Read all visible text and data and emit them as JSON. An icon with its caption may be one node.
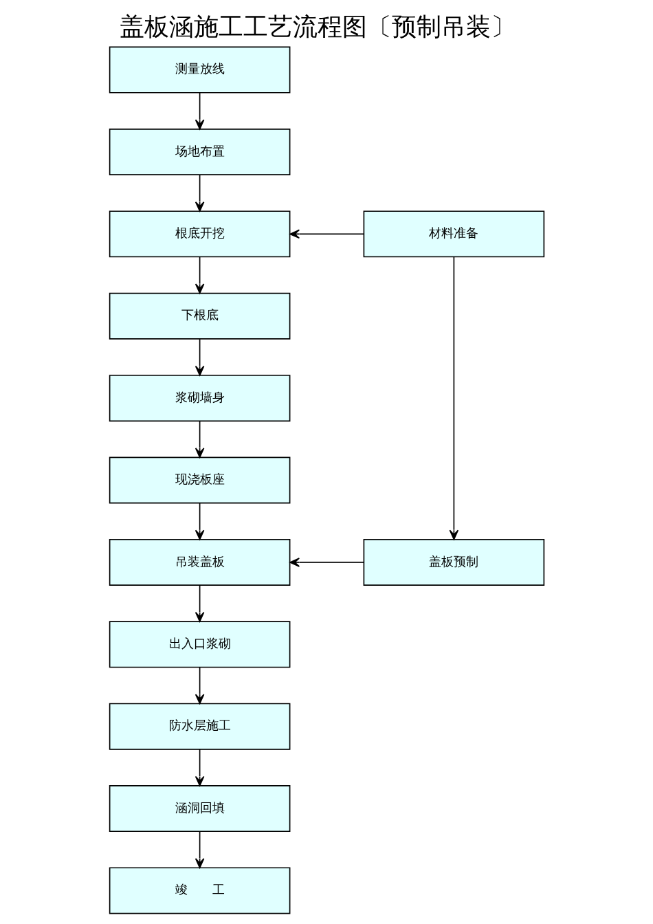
{
  "diagram": {
    "title": "盖板涵施工工艺流程图〔预制吊装〕",
    "nodes": [
      {
        "text": [
          "测量放线"
        ]
      },
      {
        "text": [
          "场地布置"
        ]
      },
      {
        "text": [
          "根底开挖"
        ]
      },
      {
        "text": [
          "材料准备"
        ]
      },
      {
        "text": [
          "下根底"
        ]
      },
      {
        "text": [
          "浆砌墙身"
        ]
      },
      {
        "text": [
          "现浇板座"
        ]
      },
      {
        "text": [
          "吊装盖板"
        ]
      },
      {
        "text": [
          "盖板预制"
        ]
      },
      {
        "text": [
          "出入口浆砌"
        ]
      },
      {
        "text": [
          "防水层施工"
        ]
      },
      {
        "text": [
          "涵洞回填"
        ]
      },
      {
        "text": [
          "竣　　工"
        ]
      }
    ],
    "edges": [
      {
        "from": 0,
        "to": 1,
        "arrow": "to"
      },
      {
        "from": 1,
        "to": 2,
        "arrow": "to"
      },
      {
        "from": 3,
        "to": 2,
        "arrow": "to"
      },
      {
        "from": 2,
        "to": 4,
        "arrow": "to"
      },
      {
        "from": 4,
        "to": 5,
        "arrow": "to"
      },
      {
        "from": 5,
        "to": 6,
        "arrow": "to"
      },
      {
        "from": 6,
        "to": 7,
        "arrow": "to"
      },
      {
        "from": 3,
        "to": 8,
        "arrow": "to"
      },
      {
        "from": 8,
        "to": 7,
        "arrow": "to"
      },
      {
        "from": 7,
        "to": 9,
        "arrow": "to"
      },
      {
        "from": 9,
        "to": 10,
        "arrow": "to"
      },
      {
        "from": 10,
        "to": 11,
        "arrow": "to"
      },
      {
        "from": 11,
        "to": 12,
        "arrow": "to"
      }
    ]
  }
}
